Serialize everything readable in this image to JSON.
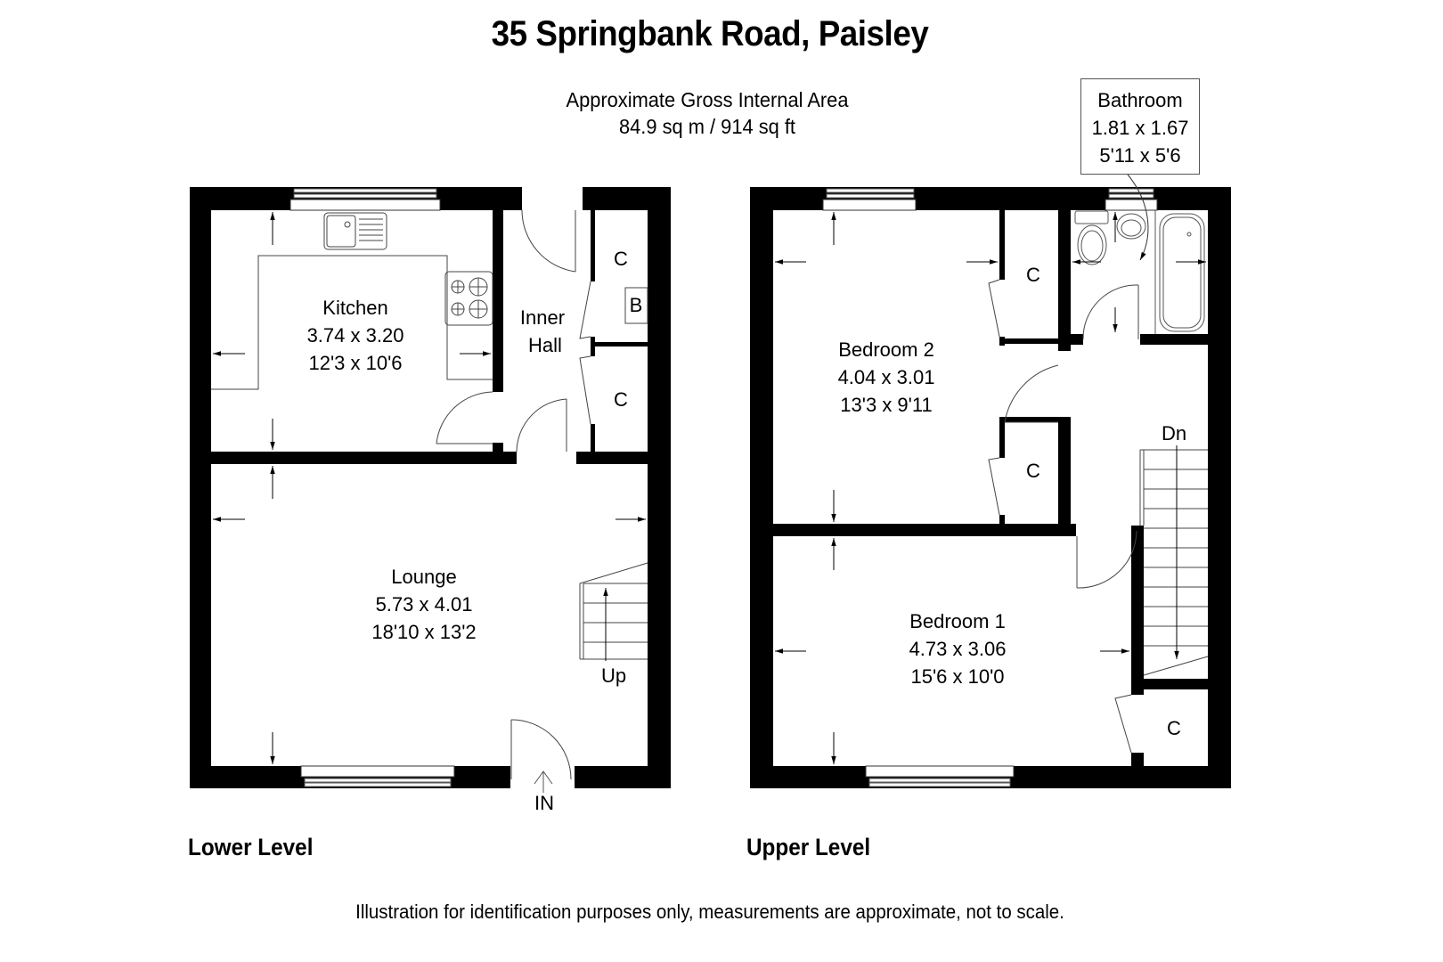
{
  "header": {
    "title": "35 Springbank Road, Paisley",
    "area_label": "Approximate Gross Internal Area",
    "area_value": "84.9 sq m / 914 sq ft"
  },
  "levels": {
    "lower": {
      "label": "Lower Level",
      "rooms": {
        "kitchen": {
          "name": "Kitchen",
          "metric": "3.74 x 3.20",
          "imperial": "12'3 x 10'6"
        },
        "inner_hall": {
          "name_line1": "Inner",
          "name_line2": "Hall"
        },
        "lounge": {
          "name": "Lounge",
          "metric": "5.73 x 4.01",
          "imperial": "18'10 x 13'2"
        },
        "cupboard_1": {
          "name": "C"
        },
        "cupboard_2": {
          "name": "C"
        },
        "boiler": {
          "name": "B"
        }
      },
      "stairs_label": "Up",
      "entrance_label": "IN"
    },
    "upper": {
      "label": "Upper Level",
      "rooms": {
        "bedroom_2": {
          "name": "Bedroom 2",
          "metric": "4.04 x 3.01",
          "imperial": "13'3 x 9'11"
        },
        "bedroom_1": {
          "name": "Bedroom 1",
          "metric": "4.73 x 3.06",
          "imperial": "15'6 x 10'0"
        },
        "bathroom": {
          "name": "Bathroom",
          "metric": "1.81 x 1.67",
          "imperial": "5'11 x 5'6"
        },
        "cupboard_1": {
          "name": "C"
        },
        "cupboard_2": {
          "name": "C"
        },
        "cupboard_3": {
          "name": "C"
        }
      },
      "stairs_label": "Dn"
    }
  },
  "footer": {
    "disclaimer": "Illustration for identification purposes only, measurements are approximate, not to scale."
  },
  "colors": {
    "wall": "#000000",
    "background": "#ffffff",
    "fixture_line": "#555555"
  }
}
